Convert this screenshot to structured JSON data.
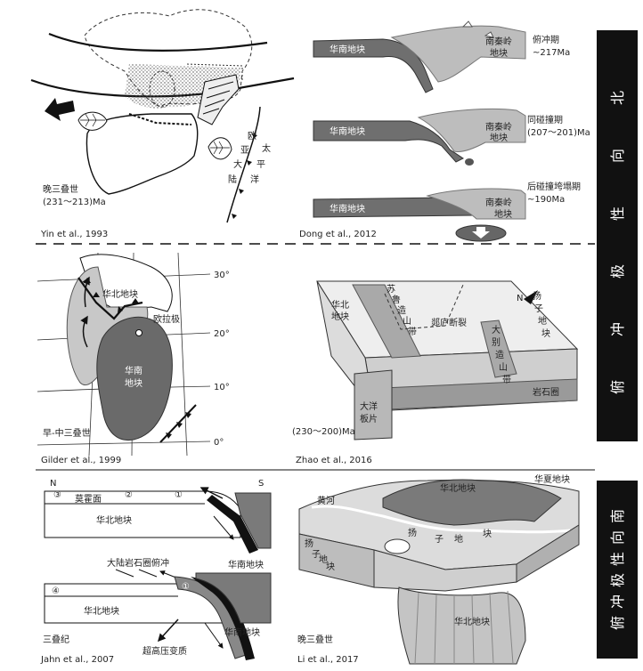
{
  "side_labels": {
    "top": [
      "俯",
      "冲",
      "极",
      "性",
      "向",
      "北"
    ],
    "bottom": [
      "俯",
      "冲",
      "极",
      "性",
      "向",
      "南"
    ]
  },
  "yin1993": {
    "caption": "Yin et al., 1993",
    "age_line1": "晚三叠世",
    "age_line2": "(231～213)Ma",
    "eurasia_col1": [
      "欧",
      "亚",
      "大",
      "陆"
    ],
    "eurasia_col2": [
      "太",
      "平",
      "洋"
    ]
  },
  "dong2012": {
    "caption": "Dong et al., 2012",
    "south_china": "华南地块",
    "south_qinling": "南秦岭",
    "block": "地块",
    "stage1": [
      "俯冲期",
      "~217Ma"
    ],
    "stage2": [
      "同碰撞期",
      "(207～201)Ma"
    ],
    "stage3": [
      "后碰撞垮塌期",
      "~190Ma"
    ]
  },
  "gilder1999": {
    "caption": "Gilder et al., 1999",
    "age": "早-中三叠世",
    "north_china": "华北地块",
    "eurasian_pole": "欧拉极",
    "south_china_1": "华南",
    "south_china_2": "地块",
    "lat": [
      "30°",
      "20°",
      "10°",
      "0°"
    ]
  },
  "zhao2016": {
    "caption": "Zhao et al., 2016",
    "age": "(230～200)Ma",
    "north_china": [
      "华北",
      "地块"
    ],
    "sulu": [
      "苏",
      "鲁",
      "造",
      "山",
      "带"
    ],
    "tanlu": "郯庐断裂",
    "dabie": [
      "大",
      "别",
      "造",
      "山",
      "带"
    ],
    "yangtze": [
      "扬",
      "子",
      "地",
      "块"
    ],
    "lithosphere": "岩石圈",
    "oceanic": [
      "大洋",
      "板片"
    ],
    "north": "N"
  },
  "jahn2007": {
    "caption": "Jahn et al., 2007",
    "age": "三叠纪",
    "n": "N",
    "s": "S",
    "moho": "莫霍面",
    "north_china": "华北地块",
    "south_china": "华南地块",
    "continental_subduction": "大陆岩石圈俯冲",
    "uhp": "超高压变质",
    "circles": [
      "①",
      "②",
      "③",
      "④"
    ]
  },
  "li2017": {
    "caption": "Li et al., 2017",
    "age": "晚三叠世",
    "yellow_river": "黄河",
    "north_china": "华北地块",
    "huaxia": "华夏地块",
    "yangtze": [
      "扬",
      "子",
      "地",
      "块"
    ],
    "yangtze_left": [
      "扬",
      "子",
      "地",
      "块"
    ]
  }
}
